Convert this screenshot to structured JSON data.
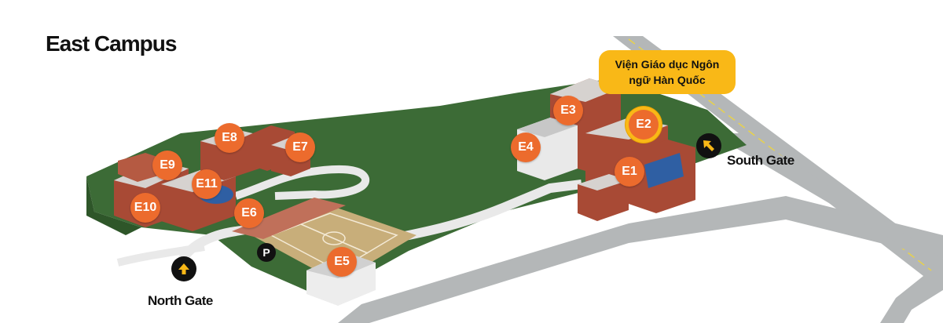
{
  "map": {
    "title": "East Campus",
    "colors": {
      "grass": "#3c6b36",
      "road": "#b4b7b8",
      "building": "#a84a35",
      "marker": "#ec6b2d",
      "highlight": "#f9b817"
    },
    "buildings": [
      {
        "id": "E1",
        "label": "E1"
      },
      {
        "id": "E2",
        "label": "E2",
        "highlighted": true
      },
      {
        "id": "E3",
        "label": "E3"
      },
      {
        "id": "E4",
        "label": "E4"
      },
      {
        "id": "E5",
        "label": "E5"
      },
      {
        "id": "E6",
        "label": "E6"
      },
      {
        "id": "E7",
        "label": "E7"
      },
      {
        "id": "E8",
        "label": "E8"
      },
      {
        "id": "E9",
        "label": "E9"
      },
      {
        "id": "E10",
        "label": "E10"
      },
      {
        "id": "E11",
        "label": "E11"
      }
    ],
    "callout": {
      "line1": "Viện Giáo dục Ngôn",
      "line2": "ngữ Hàn Quốc"
    },
    "gates": {
      "north": {
        "label": "North Gate",
        "icon": "arrow-up-icon"
      },
      "south": {
        "label": "South Gate",
        "icon": "arrow-up-left-icon"
      }
    },
    "parking": {
      "label": "P"
    }
  }
}
